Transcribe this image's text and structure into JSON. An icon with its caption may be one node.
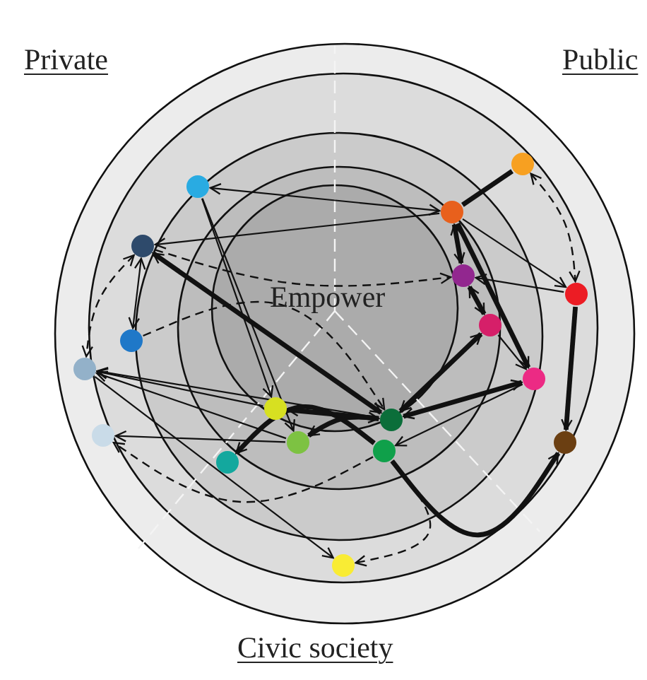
{
  "diagram": {
    "nodes": [
      {
        "text": [],
        "shape": "circle"
      },
      {
        "text": [],
        "shape": "circle"
      },
      {
        "text": [],
        "shape": "circle"
      },
      {
        "text": [],
        "shape": "circle"
      },
      {
        "text": [],
        "shape": "circle"
      },
      {
        "text": [],
        "shape": "circle"
      },
      {
        "text": [],
        "shape": "circle"
      },
      {
        "text": [],
        "shape": "circle"
      },
      {
        "text": [],
        "shape": "circle"
      },
      {
        "text": [],
        "shape": "circle"
      },
      {
        "text": [],
        "shape": "circle"
      },
      {
        "text": [],
        "shape": "circle"
      },
      {
        "text": [],
        "shape": "circle"
      },
      {
        "text": [],
        "shape": "circle"
      },
      {
        "text": [],
        "shape": "circle"
      },
      {
        "text": [],
        "shape": "circle"
      },
      {
        "text": [],
        "shape": "circle"
      },
      {
        "text": [],
        "shape": "circle"
      }
    ],
    "edges": [
      {
        "from": 12,
        "to": 0,
        "arrow": "both"
      },
      {
        "from": 12,
        "to": 1,
        "arrow": "to"
      },
      {
        "from": 1,
        "to": 13,
        "arrow": "to",
        "style": "dashed"
      },
      {
        "from": 9,
        "to": 1,
        "arrow": "both",
        "style": "thick"
      },
      {
        "from": 1,
        "to": 2,
        "arrow": "both"
      },
      {
        "from": 1,
        "to": 3,
        "arrow": "both",
        "style": "dashed"
      },
      {
        "from": 0,
        "to": 5,
        "arrow": "to"
      },
      {
        "from": 0,
        "to": 6,
        "arrow": "to"
      },
      {
        "from": 5,
        "to": 3,
        "arrow": "to"
      },
      {
        "from": 6,
        "to": 3,
        "arrow": "to"
      },
      {
        "from": 9,
        "to": 3,
        "arrow": "to"
      },
      {
        "from": 6,
        "to": 4,
        "arrow": "to"
      },
      {
        "from": 10,
        "to": 4,
        "arrow": "to",
        "style": "dashed"
      },
      {
        "from": 2,
        "to": 9,
        "arrow": "to",
        "style": "dashed"
      },
      {
        "from": 10,
        "to": 7,
        "arrow": "to",
        "style": "thick"
      },
      {
        "from": 10,
        "to": 17,
        "arrow": "to",
        "style": "thick"
      },
      {
        "from": 10,
        "to": 8,
        "arrow": "to",
        "style": "dashed"
      },
      {
        "from": 3,
        "to": 8,
        "arrow": "to"
      },
      {
        "from": 9,
        "to": 6,
        "arrow": "both",
        "style": "thick"
      },
      {
        "from": 9,
        "to": 5,
        "arrow": "to",
        "style": "thick"
      },
      {
        "from": 9,
        "to": 14,
        "arrow": "both",
        "style": "thick"
      },
      {
        "from": 9,
        "to": 16,
        "arrow": "both",
        "style": "thick"
      },
      {
        "from": 16,
        "to": 10,
        "arrow": "to"
      },
      {
        "from": 11,
        "to": 12,
        "arrow": "none",
        "style": "thick"
      },
      {
        "from": 11,
        "to": 15,
        "arrow": "both",
        "style": "dashed"
      },
      {
        "from": 12,
        "to": 13,
        "arrow": "both",
        "style": "thick"
      },
      {
        "from": 13,
        "to": 14,
        "arrow": "both",
        "style": "thick"
      },
      {
        "from": 12,
        "to": 16,
        "arrow": "to",
        "style": "thick"
      },
      {
        "from": 12,
        "to": 15,
        "arrow": "to"
      },
      {
        "from": 15,
        "to": 13,
        "arrow": "to"
      },
      {
        "from": 14,
        "to": 16,
        "arrow": "to"
      },
      {
        "from": 15,
        "to": 17,
        "arrow": "to",
        "style": "thick"
      }
    ],
    "labels": [
      "Private",
      "Public",
      "Empower",
      "Civic society"
    ]
  }
}
